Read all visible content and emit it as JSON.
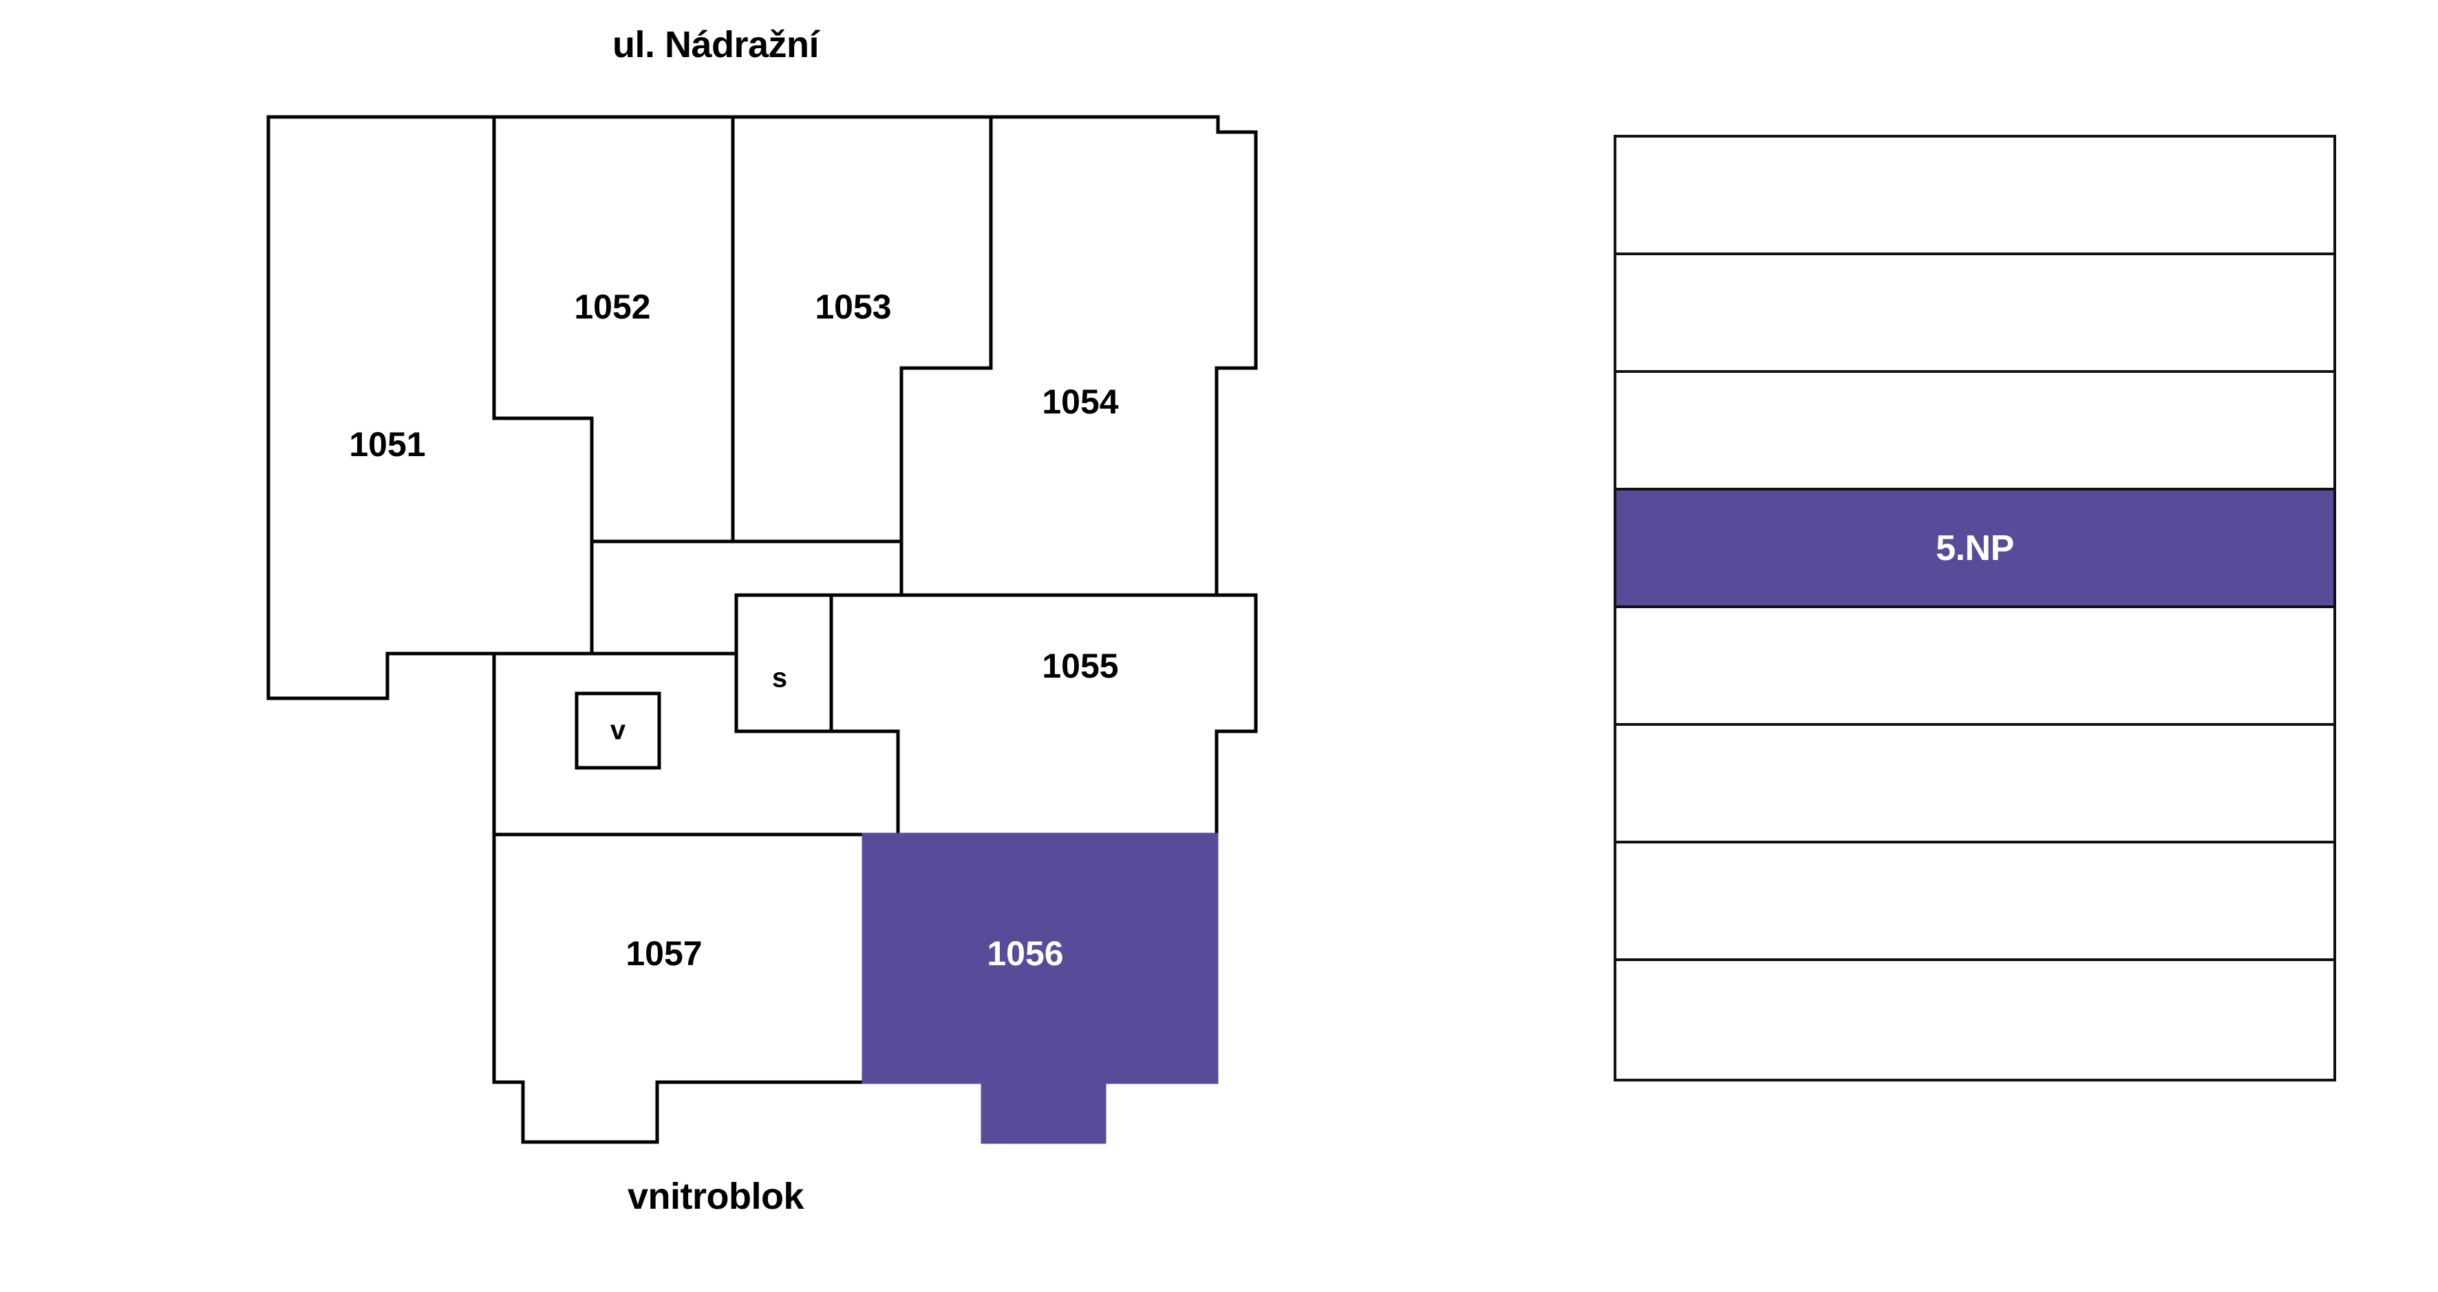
{
  "plan": {
    "top_label": "ul. Nádražní",
    "bottom_label": "vnitroblok",
    "accent_color": "#574C99",
    "outline_color": "#000000",
    "units": [
      {
        "id": "1051",
        "label": "1051",
        "selected": false
      },
      {
        "id": "1052",
        "label": "1052",
        "selected": false
      },
      {
        "id": "1053",
        "label": "1053",
        "selected": false
      },
      {
        "id": "1054",
        "label": "1054",
        "selected": false
      },
      {
        "id": "1055",
        "label": "1055",
        "selected": false
      },
      {
        "id": "1056",
        "label": "1056",
        "selected": true
      },
      {
        "id": "1057",
        "label": "1057",
        "selected": false
      }
    ],
    "utility_rooms": [
      {
        "id": "v",
        "label": "v"
      },
      {
        "id": "s",
        "label": "s"
      }
    ]
  },
  "floor_selector": {
    "active_floor": "5.NP",
    "rows": [
      {
        "label": "",
        "active": false
      },
      {
        "label": "",
        "active": false
      },
      {
        "label": "",
        "active": false
      },
      {
        "label": "5.NP",
        "active": true
      },
      {
        "label": "",
        "active": false
      },
      {
        "label": "",
        "active": false
      },
      {
        "label": "",
        "active": false
      },
      {
        "label": "",
        "active": false
      }
    ]
  }
}
